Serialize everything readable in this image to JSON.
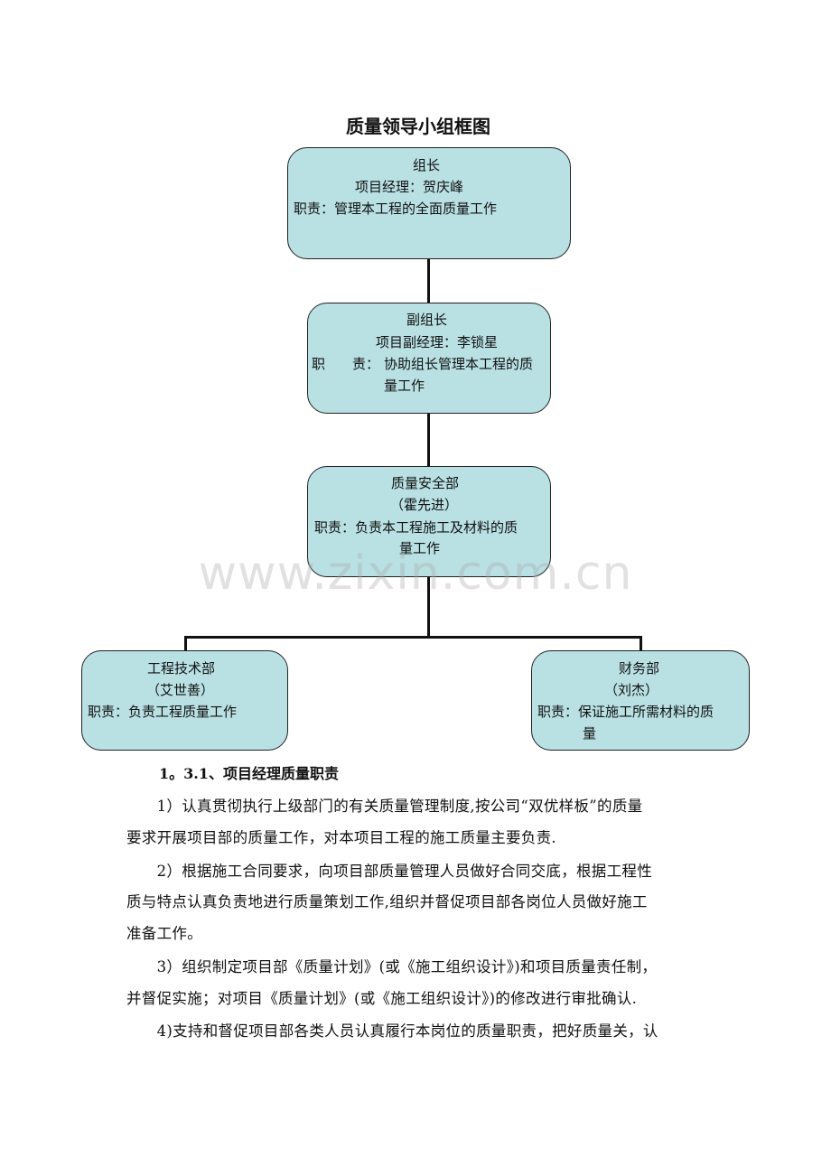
{
  "title": "质量领导小组框图",
  "watermark": "www.zixin.com.cn",
  "chart": {
    "leader": {
      "role": "组长",
      "name": "项目经理：贺庆峰",
      "duty": "职责：管理本工程的全面质量工作"
    },
    "deputy": {
      "role": "副组长",
      "name": "项目副经理：李锁星",
      "duty_label": "职　　责：",
      "duty_1": "协助组长管理本工程的质",
      "duty_2": "量工作"
    },
    "quality": {
      "role": "质量安全部",
      "name": "（霍先进）",
      "duty_1": "职责：负责本工程施工及材料的质",
      "duty_2": "量工作"
    },
    "engineering": {
      "role": "工程技术部",
      "name": "（艾世善）",
      "duty": "职责：负责工程质量工作"
    },
    "finance": {
      "role": "财务部",
      "name": "（刘杰）",
      "duty_1": "职责：保证施工所需材料的质",
      "duty_2": "量"
    }
  },
  "section": {
    "heading": "1。3.1、项目经理质量职责",
    "lines": [
      "　　1）认真贯彻执行上级部门的有关质量管理制度,按公司“双优样板”的质量",
      "要求开展项目部的质量工作，对本项目工程的施工质量主要负责.",
      "　　2）根据施工合同要求，向项目部质量管理人员做好合同交底，根据工程性",
      "质与特点认真负责地进行质量策划工作,组织并督促项目部各岗位人员做好施工",
      "准备工作。",
      "　　3）组织制定项目部《质量计划》(或《施工组织设计》)和项目质量责任制，",
      "并督促实施；对项目《质量计划》(或《施工组织设计》)的修改进行审批确认.",
      "　　4)支持和督促项目部各类人员认真履行本岗位的质量职责，把好质量关，认"
    ]
  }
}
